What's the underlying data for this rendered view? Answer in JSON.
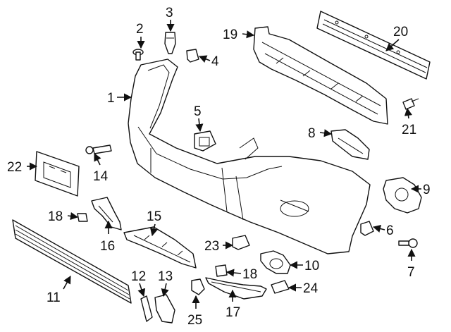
{
  "diagram": {
    "callouts": [
      {
        "id": "1",
        "label": "1"
      },
      {
        "id": "2",
        "label": "2"
      },
      {
        "id": "3",
        "label": "3"
      },
      {
        "id": "4",
        "label": "4"
      },
      {
        "id": "5",
        "label": "5"
      },
      {
        "id": "6",
        "label": "6"
      },
      {
        "id": "7",
        "label": "7"
      },
      {
        "id": "8",
        "label": "8"
      },
      {
        "id": "9",
        "label": "9"
      },
      {
        "id": "10",
        "label": "10"
      },
      {
        "id": "11",
        "label": "11"
      },
      {
        "id": "12",
        "label": "12"
      },
      {
        "id": "13",
        "label": "13"
      },
      {
        "id": "14",
        "label": "14"
      },
      {
        "id": "15",
        "label": "15"
      },
      {
        "id": "16",
        "label": "16"
      },
      {
        "id": "17",
        "label": "17"
      },
      {
        "id": "18a",
        "label": "18"
      },
      {
        "id": "18b",
        "label": "18"
      },
      {
        "id": "19",
        "label": "19"
      },
      {
        "id": "20",
        "label": "20"
      },
      {
        "id": "21",
        "label": "21"
      },
      {
        "id": "22",
        "label": "22"
      },
      {
        "id": "23",
        "label": "23"
      },
      {
        "id": "24",
        "label": "24"
      },
      {
        "id": "25",
        "label": "25"
      }
    ]
  }
}
